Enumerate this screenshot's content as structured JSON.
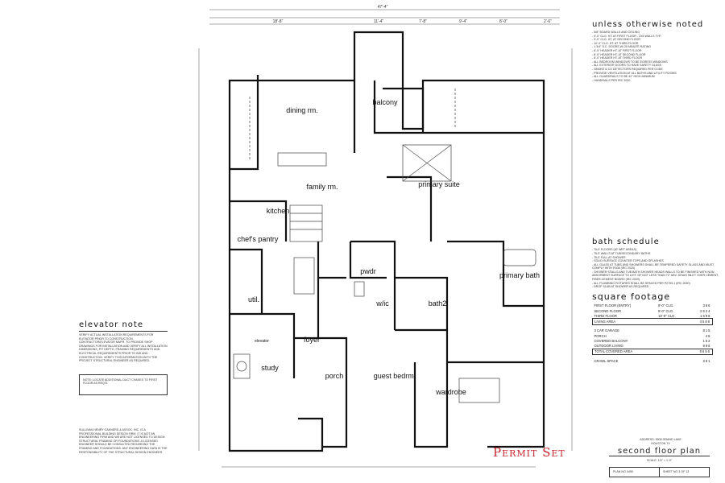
{
  "general_notes": {
    "title": "unless otherwise noted",
    "lines": [
      "- 5/8\" board walls and ceiling",
      "- 9'-0\" clg. ht. at first floor - 2x6 walls typ.",
      "- 9'-0\" clg. ht. at second floor",
      "- 10'-0\" clg. ht. at third floor",
      "- 1 3/4\" s.c. doors w/ 20 minute rating",
      "- 8'-0\" header ht. at first floor",
      "- 8'-0\" header ht. at second floor",
      "- 8'-0\" header ht. at third floor",
      "- all bedroom windows to be egress windows",
      "- all exterior doors to have safety glass",
      "- smoke & co detectors required per code",
      "- provide ventilation at all baths and utility rooms",
      "- all guardrails to be 42\" high minimum",
      "- handrails per irc 2020"
    ]
  },
  "bath_schedule": {
    "title": "bath schedule",
    "lines": [
      "- tile floors (at wet areas)",
      "- tile walls at tub/secondary baths",
      "- tile full at shower",
      "- solid surface counter tops and splashes",
      "- all glass at tubs and showers shall be tempered safety glass and must comply with r308 (irc 2020)",
      "- shower stalls and tub bath shower heads walls to be finished with non absorbent surface to a ht. of not less than 72\" abv. drain inlet over cement, fiber-cement board (irc 2020)",
      "- all plumbing fixtures shall be spaced per p2705.1 (irc 2020)",
      "- drop slab at shower as required"
    ]
  },
  "square_footage": {
    "title": "square footage",
    "floors": [
      {
        "label": "first floor (entry)",
        "clg": "9'-0\" clg.",
        "value": "366"
      },
      {
        "label": "second floor",
        "clg": "9'-0\" clg.",
        "value": "2624"
      },
      {
        "label": "third floor",
        "clg": "10'-0\" clg.",
        "value": "1598"
      }
    ],
    "living": {
      "label": "living area",
      "value": "4588"
    },
    "other": [
      {
        "label": "3 car garage",
        "value": "815"
      },
      {
        "label": "porch",
        "value": "45"
      },
      {
        "label": "covered balcony",
        "value": "152"
      },
      {
        "label": "outdoor living",
        "value": "996"
      }
    ],
    "total": {
      "label": "total covered area",
      "value": "6656"
    },
    "crawl": {
      "label": "crawl space",
      "value": "361"
    }
  },
  "title_block": {
    "stamp": "Permit Set",
    "stamp_color": "#c8262c",
    "address": "address: 5505 grand lake",
    "city": "houston tx",
    "sheet_title": "second floor plan",
    "scale": "scale: 1/4\" = 1'-0\"",
    "plan_no": "plan no 4495",
    "sheet_no": "sheet no 3 of 13"
  },
  "elevator_note": {
    "title": "elevator note",
    "text": "verify actual installation requirements for elevator prior to construction. contractor/elevator mnfr. to provide shop drawings for installation and verify all installation dimensions, pit depth, framing requirements and electrical requirements prior to bid and construction. verify this information with the project structural engineer as required.",
    "box_text": "note: locate additional duct chases to first floor as req'd."
  },
  "disclaimer": "sullivan henry oaknerd & assoc. inc. is a professional building design firm. it is not an engineering firm and we are not licensed to design structural framing or foundations. a licensed engineer should be consulted regarding the framing and foundations. any engineering data is the responsibility of the structural design engineer.",
  "rooms": [
    "dining rm.",
    "balcony",
    "family rm.",
    "kitchen",
    "chef's pantry",
    "primary suite",
    "primary bath",
    "pwdr",
    "w/ic",
    "bath2",
    "util.",
    "elevator",
    "study",
    "foyer",
    "porch",
    "guest bedrm.",
    "wardrobe"
  ],
  "dims_top": [
    "47'-4\"",
    "18'-8\"",
    "11'-4\"",
    "7'-8\"",
    "9'-4\"",
    "8'-0\"",
    "2'-6\""
  ]
}
